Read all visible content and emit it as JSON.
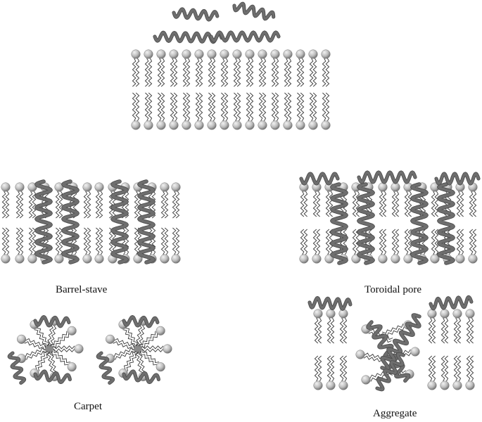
{
  "labels": {
    "barrel_stave": "Barrel-stave",
    "toroidal_pore": "Toroidal pore",
    "carpet": "Carpet",
    "aggregate": "Aggregate"
  },
  "colors": {
    "helix": "#6e6e6e",
    "helix_edge": "#4a4a4a",
    "lipid_head_light": "#f2f2f2",
    "lipid_head_dark": "#6a6a6a",
    "tail": "#3a3a3a",
    "background": "#ffffff"
  },
  "icons": {
    "lipid": "lipid-head-icon",
    "helix": "peptide-helix-icon"
  }
}
